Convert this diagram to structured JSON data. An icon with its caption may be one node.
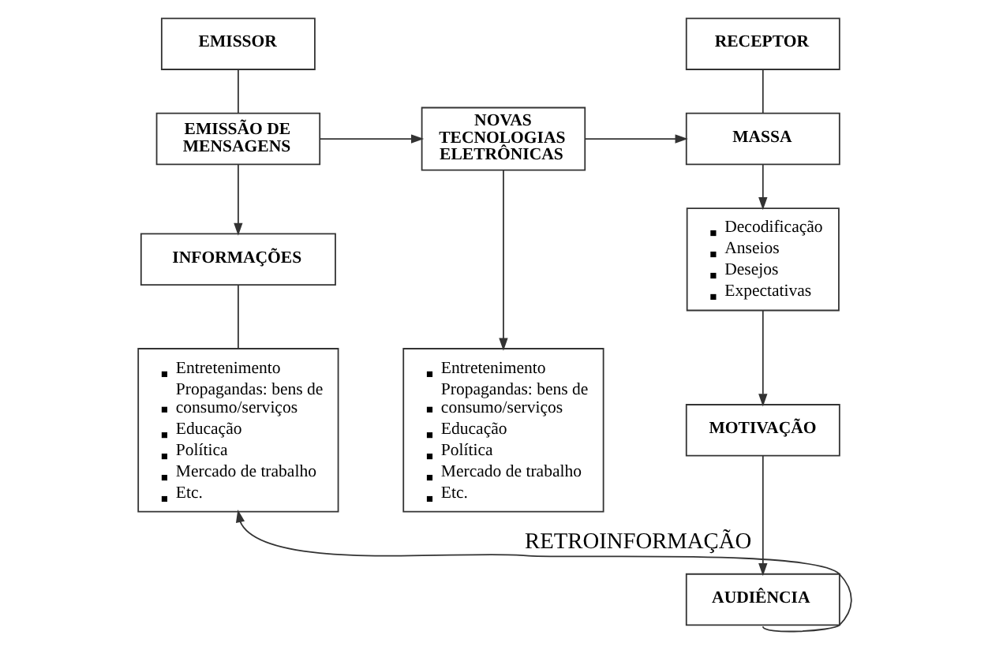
{
  "diagram": {
    "nodes": [
      {
        "text": [
          "EMISSOR"
        ]
      },
      {
        "text": [
          "EMISSÃO DE MENSAGENS"
        ]
      },
      {
        "text": [
          "NOVAS TECNOLOGIAS ELETRÔNICAS"
        ]
      },
      {
        "text": [
          "RECEPTOR"
        ]
      },
      {
        "text": [
          "MASSA"
        ]
      },
      {
        "text": [
          "INFORMAÇÕES"
        ]
      },
      {
        "text": [
          "Entretenimento",
          "Propagandas: bens de consumo/serviços",
          "Educação",
          "Política",
          "Mercado de trabalho",
          "Etc."
        ]
      },
      {
        "text": [
          "Entretenimento",
          "Propagandas: bens de consumo/serviços",
          "Educação",
          "Política",
          "Mercado de trabalho",
          "Etc."
        ]
      },
      {
        "text": [
          "Decodificação",
          "Anseios",
          "Desejos",
          "Expectativas"
        ]
      },
      {
        "text": [
          "MOTIVAÇÃO"
        ]
      },
      {
        "text": [
          "AUDIÊNCIA"
        ]
      }
    ],
    "edges": [
      {
        "from": 0,
        "to": 1,
        "arrow": "none"
      },
      {
        "from": 1,
        "to": 2,
        "arrow": "to"
      },
      {
        "from": 1,
        "to": 5,
        "arrow": "to"
      },
      {
        "from": 2,
        "to": 4,
        "arrow": "to"
      },
      {
        "from": 2,
        "to": 7,
        "arrow": "to"
      },
      {
        "from": 3,
        "to": 4,
        "arrow": "none"
      },
      {
        "from": 4,
        "to": 8,
        "arrow": "to"
      },
      {
        "from": 5,
        "to": 6,
        "arrow": "none"
      },
      {
        "from": 8,
        "to": 9,
        "arrow": "to"
      },
      {
        "from": 9,
        "to": 10,
        "arrow": "to"
      },
      {
        "from": 10,
        "to": 6,
        "arrow": "to",
        "label": "RETROINFORMAÇÃO"
      }
    ]
  }
}
